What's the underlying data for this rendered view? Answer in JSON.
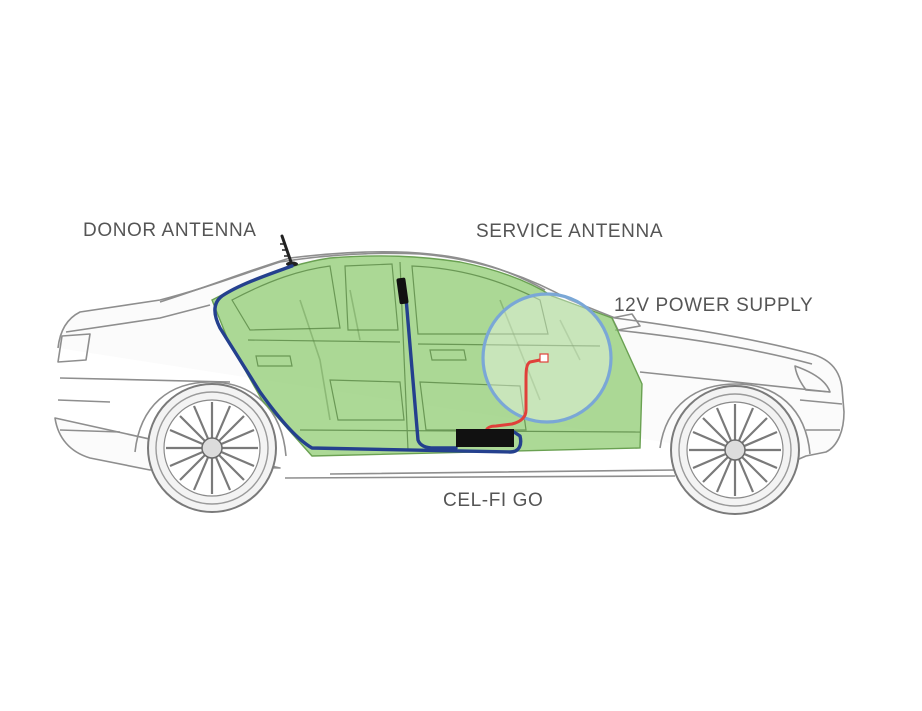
{
  "labels": {
    "donor_antenna": "DONOR ANTENNA",
    "service_antenna": "SERVICE ANTENNA",
    "power_supply": "12V POWER SUPPLY",
    "cel_fi_go": "CEL-FI GO"
  },
  "colors": {
    "cabin_fill": "#8cca6e",
    "donor_cable": "#24408e",
    "power_cable": "#e0403a",
    "coverage_circle": "#7aa7d6",
    "device": "#111111",
    "car_outline": "#8e8e8e",
    "label_text": "#555555"
  },
  "icons": [
    "sedan-car-illustration",
    "donor-antenna-icon",
    "service-antenna-icon",
    "cel-fi-go-device-icon"
  ]
}
